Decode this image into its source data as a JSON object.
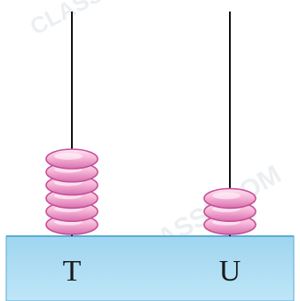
{
  "abacus": {
    "rods": [
      {
        "label": "T",
        "beads": 6
      },
      {
        "label": "U",
        "beads": 3
      }
    ],
    "colors": {
      "base_fill": "#bfe6f8",
      "base_top": "#9fd5ef",
      "base_edge": "#5aaed6",
      "rod": "#111111",
      "bead_main": "#f6b6d8",
      "bead_highlight": "#fde8f3",
      "bead_shadow": "#d86fae",
      "bead_outline": "#c54f97"
    }
  },
  "watermark": {
    "text": "CLASSROOM"
  }
}
